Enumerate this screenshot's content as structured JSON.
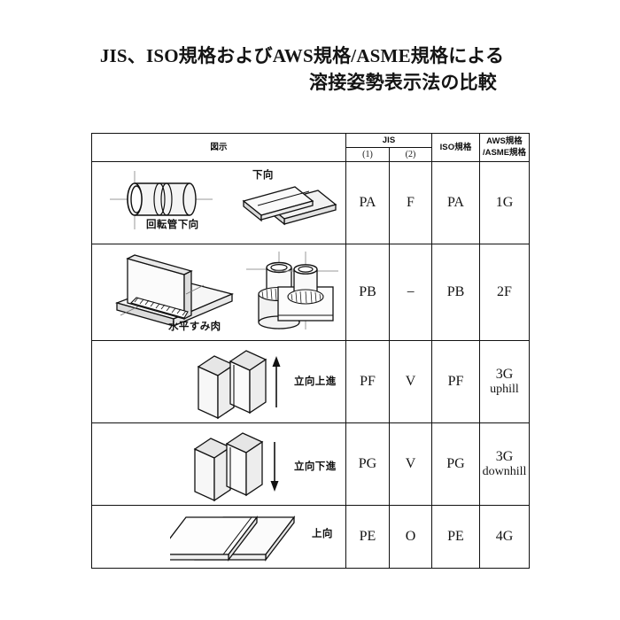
{
  "document": {
    "title_line_1": "JIS、ISO規格およびAWS規格/ASME規格による",
    "title_line_2": "溶接姿勢表示法の比較"
  },
  "table": {
    "headers": {
      "figure": "図示",
      "jis": "JIS",
      "jis_sub_1": "(1)",
      "jis_sub_2": "(2)",
      "iso": "ISO規格",
      "aws_line_1": "AWS規格",
      "aws_line_2": "/ASME規格"
    },
    "rows": [
      {
        "figure_labels": [
          "回転管下向",
          "下向"
        ],
        "jis_1": "PA",
        "jis_2": "F",
        "iso": "PA",
        "aws": "1G",
        "aws_sub": ""
      },
      {
        "figure_labels": [
          "水平すみ肉"
        ],
        "jis_1": "PB",
        "jis_2": "−",
        "iso": "PB",
        "aws": "2F",
        "aws_sub": ""
      },
      {
        "figure_labels": [
          "立向上進"
        ],
        "jis_1": "PF",
        "jis_2": "V",
        "iso": "PF",
        "aws": "3G",
        "aws_sub": "uphill"
      },
      {
        "figure_labels": [
          "立向下進"
        ],
        "jis_1": "PG",
        "jis_2": "V",
        "iso": "PG",
        "aws": "3G",
        "aws_sub": "downhill"
      },
      {
        "figure_labels": [
          "上向"
        ],
        "jis_1": "PE",
        "jis_2": "O",
        "iso": "PE",
        "aws": "4G",
        "aws_sub": ""
      }
    ]
  },
  "colors": {
    "ink": "#111111",
    "page_background": "#ffffff",
    "shade_light": "#f2f2f2",
    "shade_mid": "#d9d9d9",
    "centerline": "#9a9a9a"
  }
}
